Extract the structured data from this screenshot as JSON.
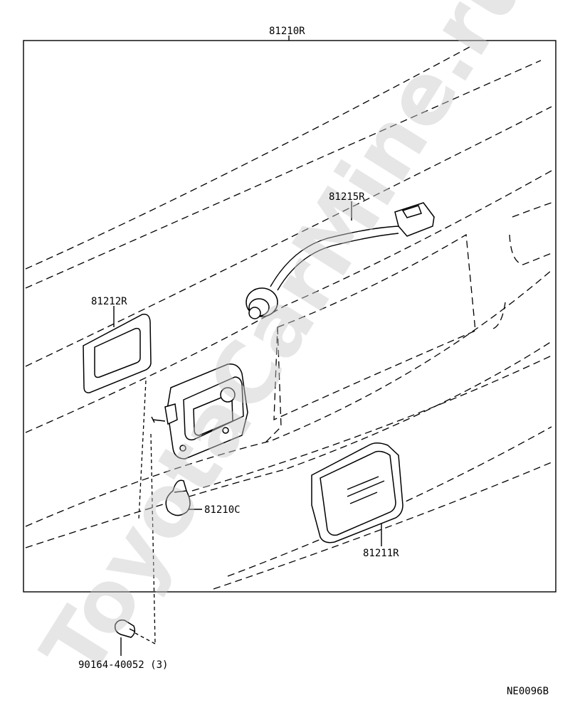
{
  "diagram": {
    "watermark": "ToyotaCarMine.ru",
    "diagram_code": "NE0096B",
    "labels": {
      "assembly": "81210R",
      "wire_harness": "81215R",
      "gasket": "81212R",
      "bulb": "81210C",
      "lens": "81211R",
      "screw": "90164-40052 (3)"
    }
  }
}
